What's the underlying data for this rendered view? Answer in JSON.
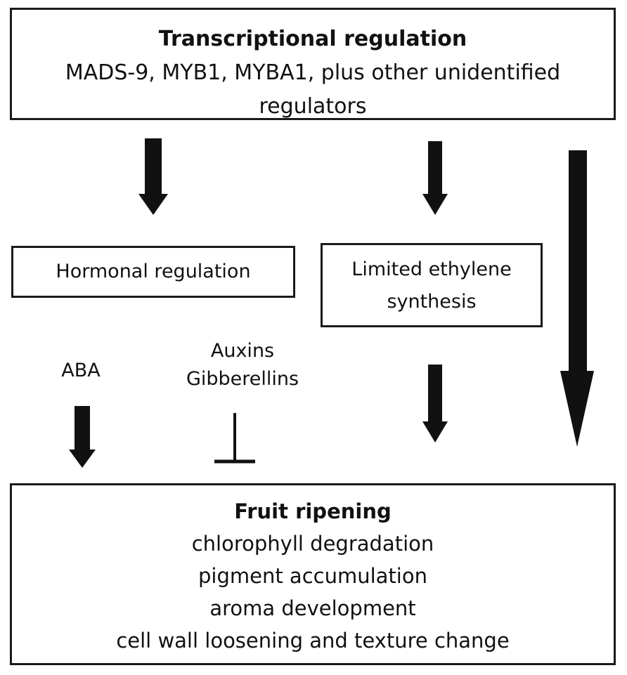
{
  "transcriptional": {
    "title": "Transcriptional regulation",
    "line1": "MADS-9, MYB1, MYBA1, plus other unidentified",
    "line2": "regulators"
  },
  "hormonal": {
    "label": "Hormonal regulation"
  },
  "ethylene": {
    "line1": "Limited ethylene",
    "line2": "synthesis"
  },
  "aba": {
    "label": "ABA"
  },
  "inhibitors": {
    "line1": "Auxins",
    "line2": "Gibberellins"
  },
  "ripening": {
    "title": "Fruit ripening",
    "items": [
      "chlorophyll degradation",
      "pigment accumulation",
      "aroma development",
      "cell wall loosening and texture change"
    ]
  },
  "colors": {
    "stroke": "#1a1a1a",
    "arrow": "#111111",
    "background": "#ffffff"
  }
}
